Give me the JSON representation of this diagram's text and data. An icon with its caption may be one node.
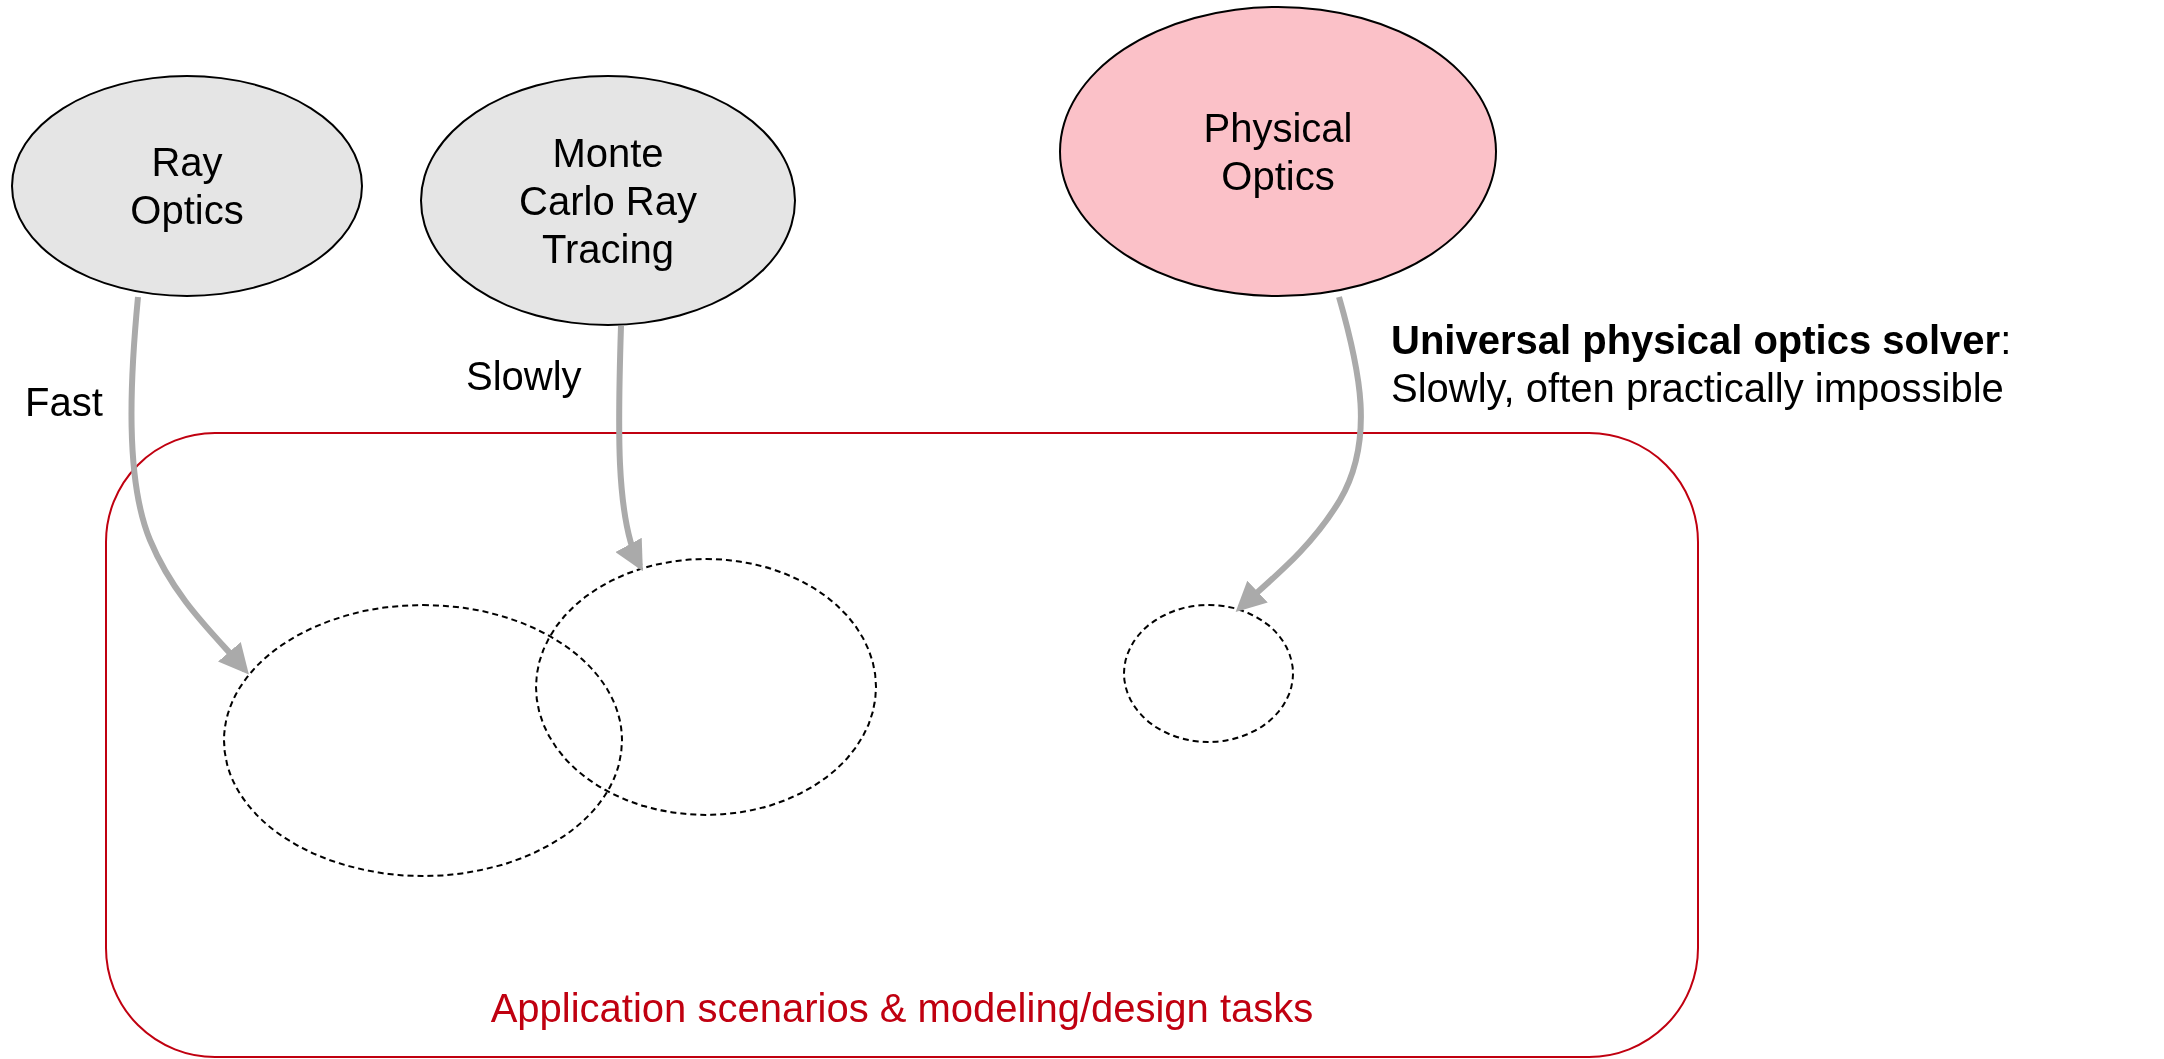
{
  "diagram": {
    "nodes": [
      {
        "text": [
          "Ray Optics"
        ]
      },
      {
        "text": [
          "Monte Carlo Ray Tracing"
        ]
      },
      {
        "text": [
          "Physical Optics"
        ]
      },
      {
        "text": [
          "Application scenarios & modeling/design tasks"
        ]
      },
      {
        "text": [],
        "shape": "ellipse",
        "in": 3
      },
      {
        "text": [],
        "shape": "ellipse",
        "in": 3
      },
      {
        "text": [],
        "shape": "ellipse",
        "in": 3
      }
    ],
    "edges": [
      {
        "from": 0,
        "to": 4,
        "arrow": "to",
        "label": "Fast"
      },
      {
        "from": 1,
        "to": 5,
        "arrow": "to",
        "label": "Slowly"
      },
      {
        "from": 2,
        "to": 6,
        "arrow": "to",
        "label": "**Universal physical optics solver**: Slowly, often practically impossible"
      }
    ]
  }
}
